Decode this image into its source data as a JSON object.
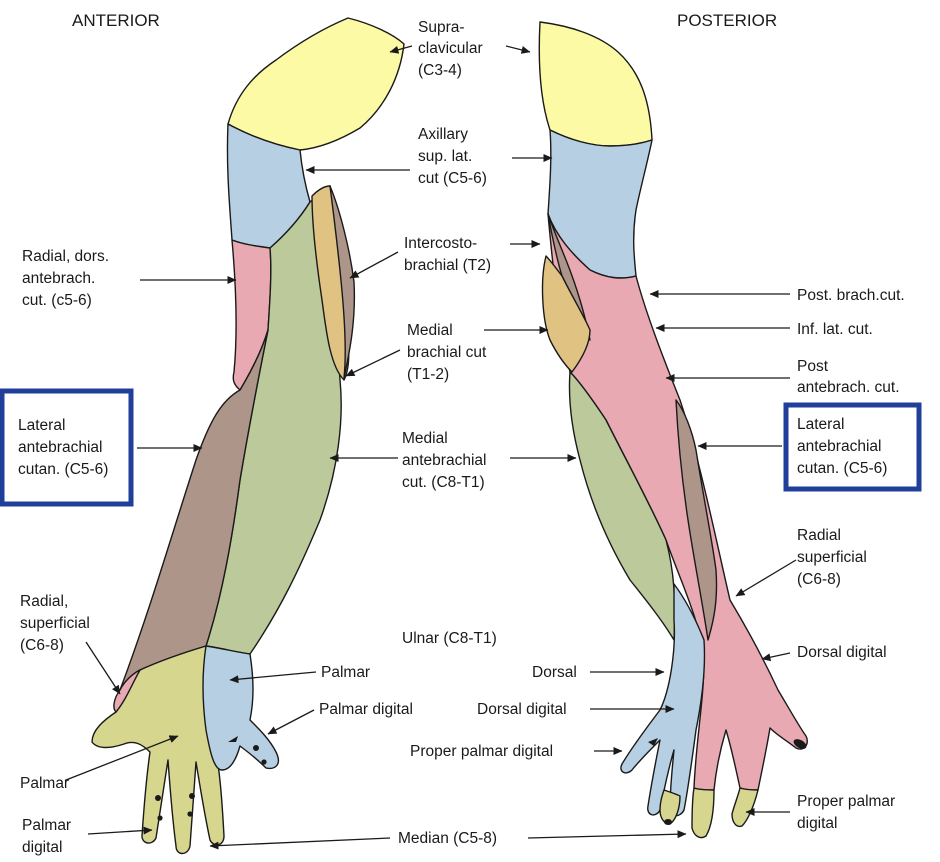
{
  "colors": {
    "supraclavicular": "#fcfaa4",
    "axillary": "#b7cfe3",
    "radial_pink": "#e9a9b3",
    "lateral_brown": "#ae958a",
    "medial_green": "#bcc99a",
    "intercosto_tan": "#e0c383",
    "median_olive": "#d6d68e",
    "ulnar_blue": "#b7cfe3",
    "highlight_box": "#1f3f9a"
  },
  "titles": {
    "anterior": "ANTERIOR",
    "posterior": "POSTERIOR"
  },
  "center_labels": {
    "supraclavicular": [
      "Supra-",
      "clavicular",
      "(C3-4)"
    ],
    "axillary": [
      "Axillary",
      "sup. lat.",
      "cut (C5-6)"
    ],
    "intercostobrachial": [
      "Intercosto-",
      "brachial (T2)"
    ],
    "medial_brachial": [
      "Medial",
      "brachial cut",
      "(T1-2)"
    ],
    "medial_antebrachial": [
      "Medial",
      "antebrachial",
      "cut. (C8-T1)"
    ],
    "ulnar": "Ulnar (C8-T1)",
    "palmar": "Palmar",
    "dorsal": "Dorsal",
    "palmar_digital": "Palmar digital",
    "dorsal_digital": "Dorsal digital",
    "proper_palmar_digital": "Proper palmar digital",
    "median": "Median (C5-8)"
  },
  "left_labels": {
    "radial_dors": [
      "Radial, dors.",
      "antebrach.",
      "cut. (c5-6)"
    ],
    "lateral_antebrachial": [
      "Lateral",
      "antebrachial",
      "cutan. (C5-6)"
    ],
    "radial_superficial": [
      "Radial,",
      "superficial",
      "(C6-8)"
    ],
    "palmar": "Palmar",
    "palmar_digital": [
      "Palmar",
      "digital"
    ]
  },
  "right_labels": {
    "post_brach": "Post. brach.cut.",
    "inf_lat": "Inf. lat. cut.",
    "post_antebrach": [
      "Post",
      "antebrach. cut."
    ],
    "lateral_antebrachial": [
      "Lateral",
      "antebrachial",
      "cutan. (C5-6)"
    ],
    "radial_superficial": [
      "Radial",
      "superficial",
      "(C6-8)"
    ],
    "dorsal_digital": "Dorsal digital",
    "proper_palmar_digital": [
      "Proper palmar",
      "digital"
    ]
  }
}
